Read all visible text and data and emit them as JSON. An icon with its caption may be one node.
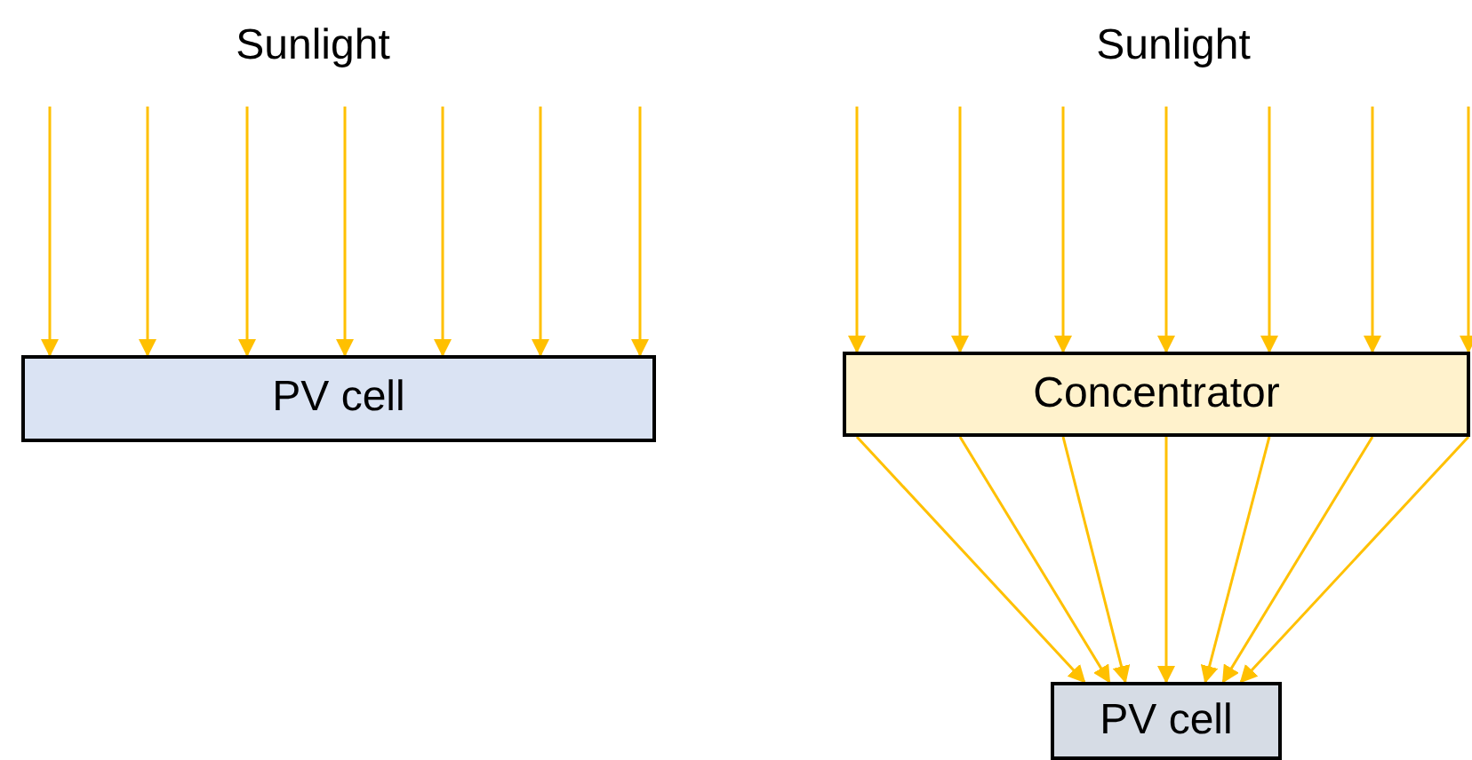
{
  "diagram": {
    "nodes": [
      {
        "text": [
          "Sunlight"
        ]
      },
      {
        "text": [
          "PV cell"
        ]
      },
      {
        "text": [
          "Sunlight"
        ]
      },
      {
        "text": [
          "Concentrator"
        ]
      },
      {
        "text": [
          "PV cell"
        ]
      }
    ],
    "edges": [
      {
        "from": null,
        "to": 1,
        "arrow": "to"
      },
      {
        "from": null,
        "to": 1,
        "arrow": "to"
      },
      {
        "from": 0,
        "to": 1,
        "arrow": "to"
      },
      {
        "from": 0,
        "to": 1,
        "arrow": "to"
      },
      {
        "from": null,
        "to": 1,
        "arrow": "to"
      },
      {
        "from": null,
        "to": 1,
        "arrow": "to"
      },
      {
        "from": null,
        "to": 1,
        "arrow": "to"
      },
      {
        "from": null,
        "to": 3,
        "arrow": "to"
      },
      {
        "from": null,
        "to": 3,
        "arrow": "to"
      },
      {
        "from": null,
        "to": 3,
        "arrow": "to"
      },
      {
        "from": 2,
        "to": 3,
        "arrow": "to"
      },
      {
        "from": null,
        "to": 3,
        "arrow": "to"
      },
      {
        "from": null,
        "to": 3,
        "arrow": "to"
      },
      {
        "from": null,
        "to": 3,
        "arrow": "to"
      },
      {
        "from": 3,
        "to": 4,
        "arrow": "to"
      },
      {
        "from": 3,
        "to": 4,
        "arrow": "to"
      },
      {
        "from": 3,
        "to": 4,
        "arrow": "to"
      },
      {
        "from": 3,
        "to": 4,
        "arrow": "to"
      },
      {
        "from": 3,
        "to": 4,
        "arrow": "to"
      },
      {
        "from": 3,
        "to": 4,
        "arrow": "to"
      },
      {
        "from": 3,
        "to": 4,
        "arrow": "to"
      }
    ]
  }
}
